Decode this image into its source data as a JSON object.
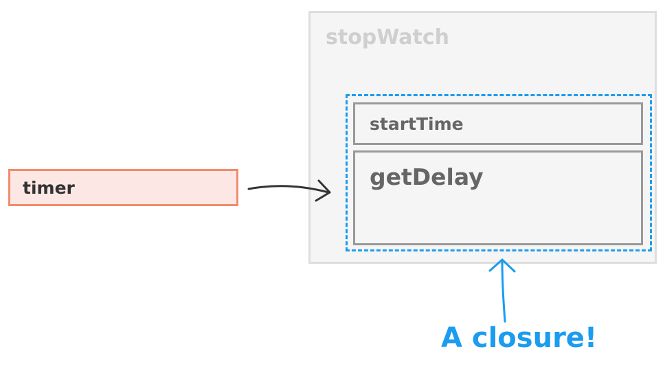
{
  "nodes": {
    "timer": "timer",
    "stop_watch": "stopWatch",
    "start_time": "startTime",
    "get_delay": "getDelay"
  },
  "annotation": "A closure!",
  "colors": {
    "timer_fill": "#fde7e5",
    "timer_border": "#f28b6c",
    "outer_fill": "#f5f5f5",
    "outer_border": "#dedede",
    "outer_text": "#cfcfcf",
    "inner_border": "#999999",
    "inner_text": "#666666",
    "closure_accent": "#1b9cf0",
    "arrow": "#333333"
  }
}
